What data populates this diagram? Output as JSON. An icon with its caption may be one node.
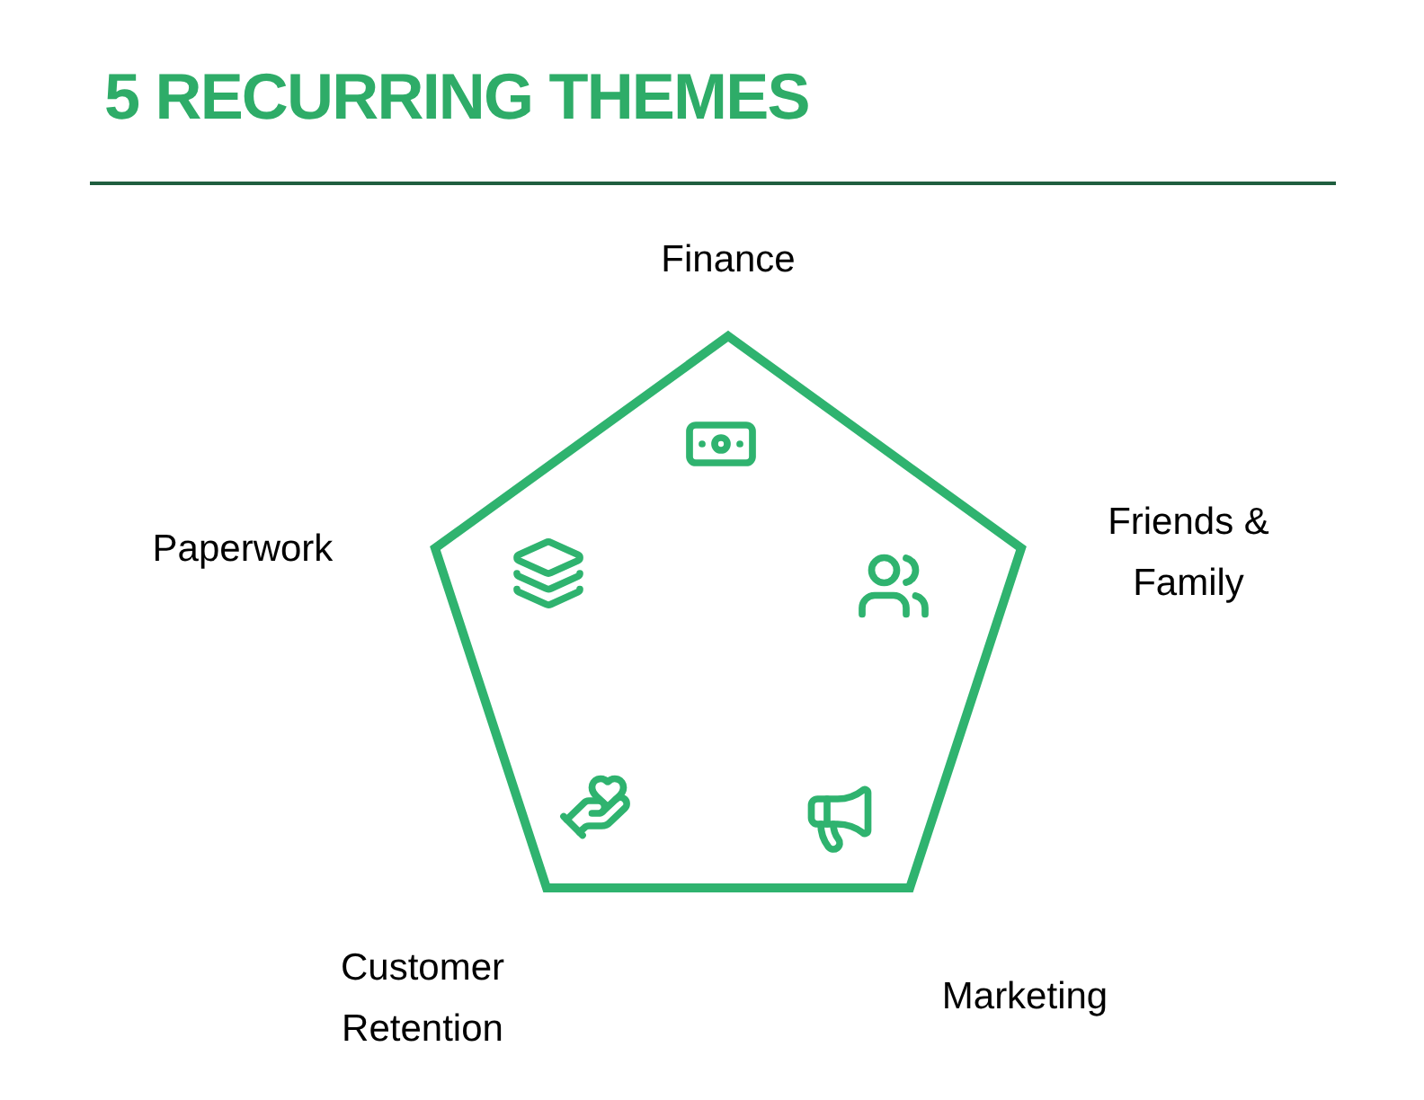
{
  "diagram": {
    "title": "5 RECURRING THEMES",
    "labels": [
      "Finance",
      "Paperwork",
      "Friends & Family",
      "Customer Retention",
      "Marketing"
    ]
  }
}
